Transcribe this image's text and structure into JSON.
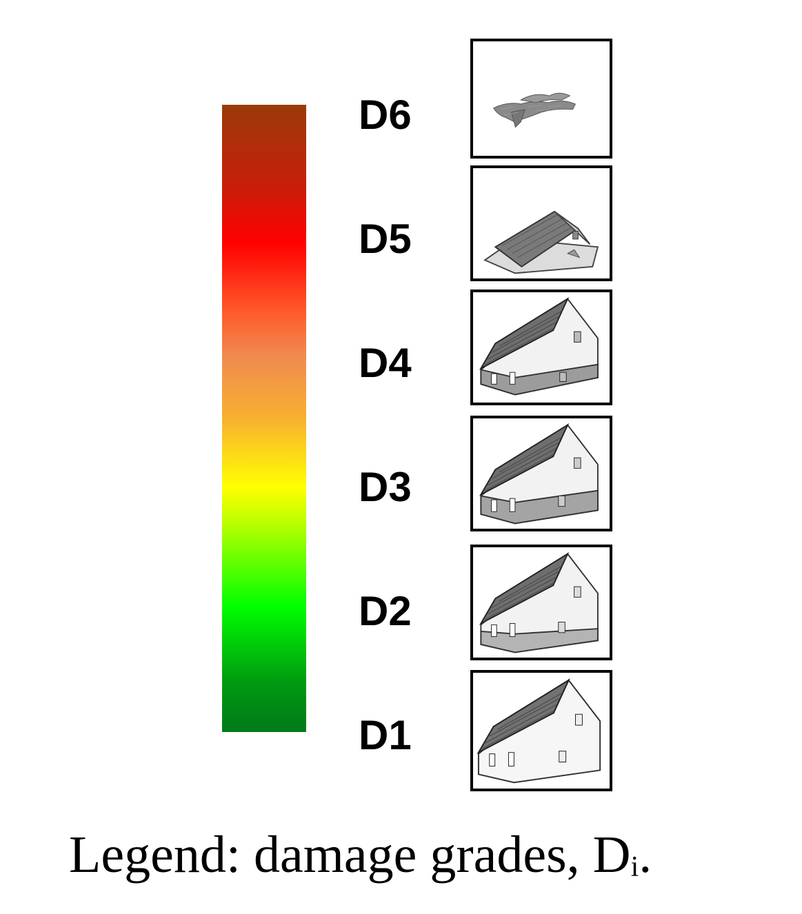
{
  "colorbar": {
    "colors_top_to_bottom": [
      "#9a3a0a",
      "#c81e0a",
      "#ff0000",
      "#ff5a2a",
      "#f08a50",
      "#f8b030",
      "#ffff00",
      "#a8ff00",
      "#00ff00",
      "#009a10",
      "#007a1a"
    ]
  },
  "grades": [
    {
      "label": "D6",
      "icon": "collapsed-house-rubble-icon"
    },
    {
      "label": "D5",
      "icon": "house-collapsed-walls-icon"
    },
    {
      "label": "D4",
      "icon": "house-severe-damage-icon"
    },
    {
      "label": "D3",
      "icon": "house-moderate-damage-icon"
    },
    {
      "label": "D2",
      "icon": "house-slight-damage-icon"
    },
    {
      "label": "D1",
      "icon": "house-no-damage-icon"
    }
  ],
  "caption": {
    "text": "Legend: damage grades, D",
    "subscript": "i",
    "suffix": "."
  }
}
